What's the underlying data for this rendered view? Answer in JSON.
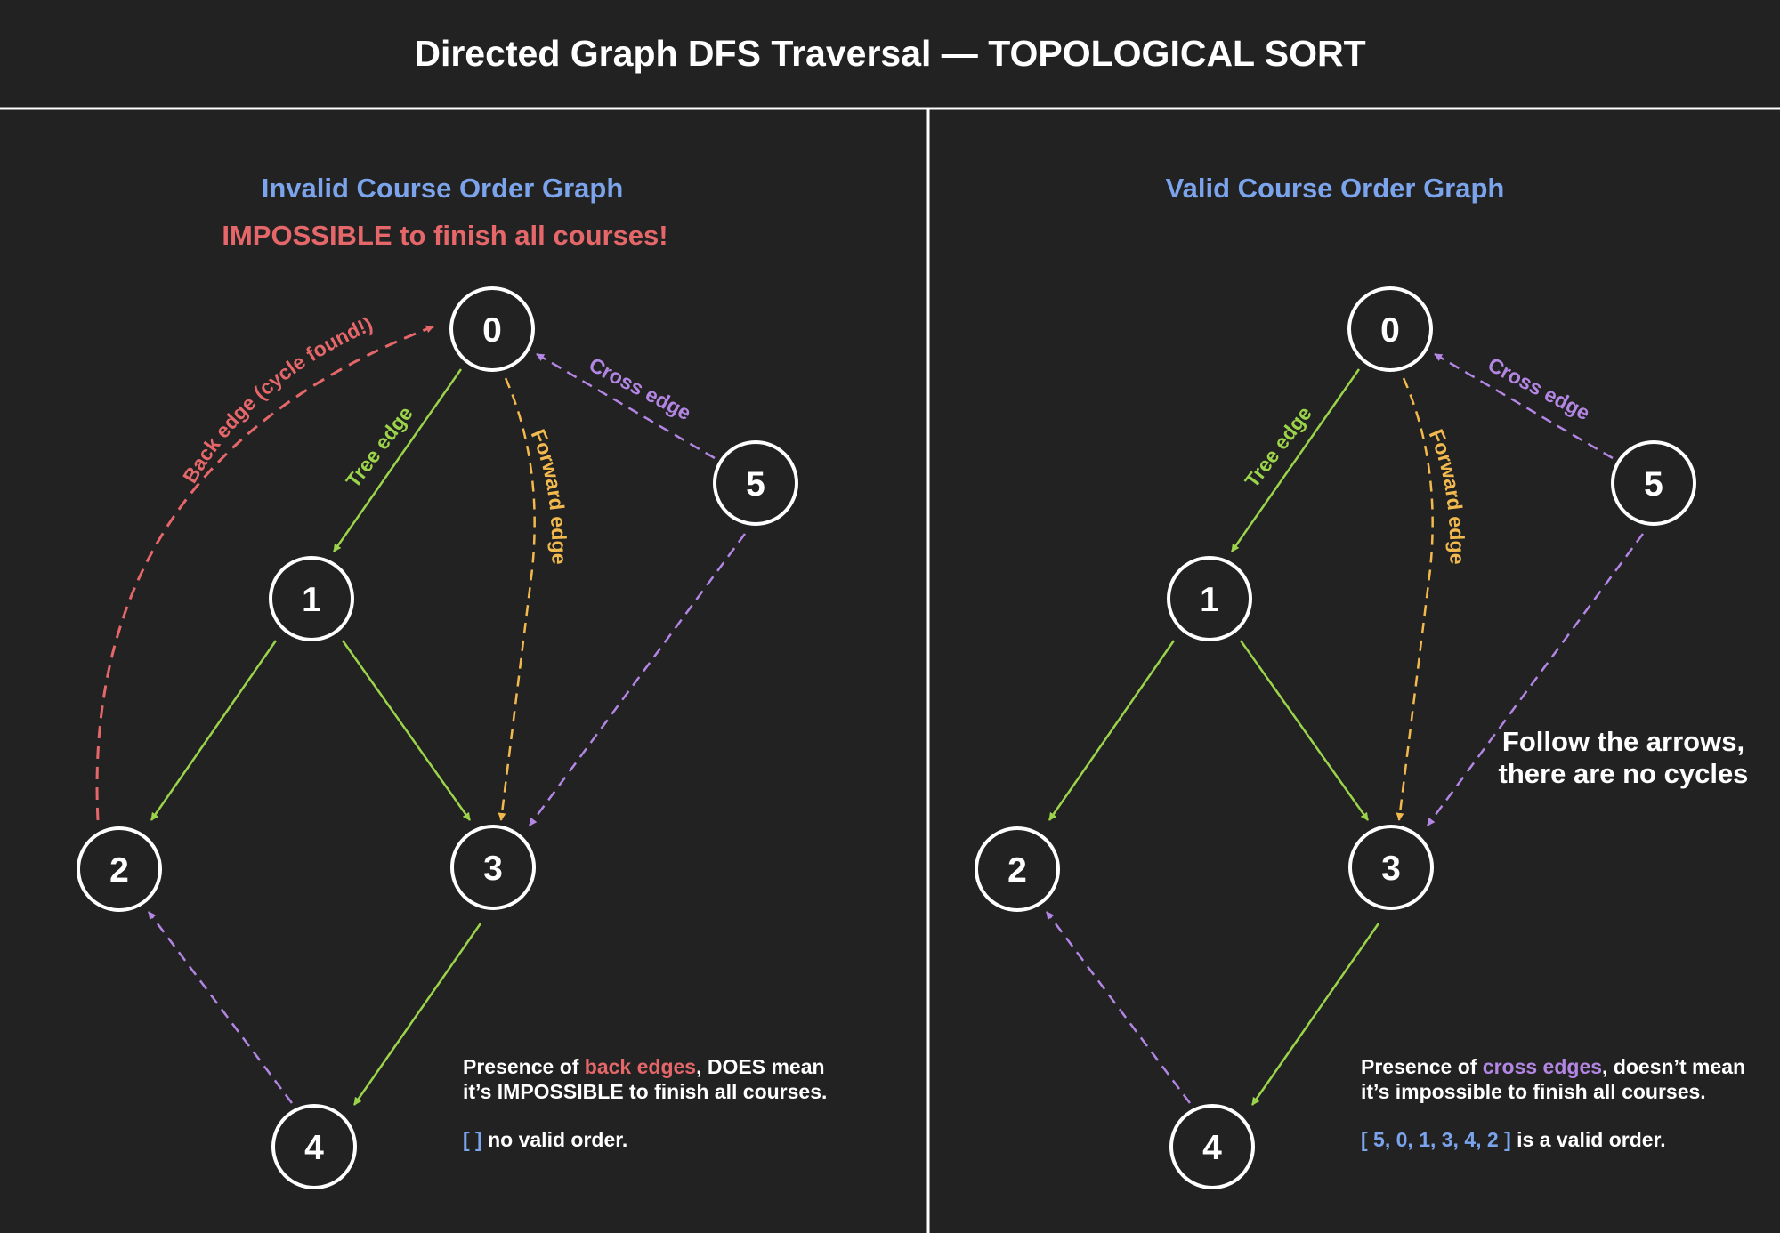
{
  "title": "Directed Graph DFS Traversal — TOPOLOGICAL SORT",
  "colors": {
    "background": "#222222",
    "tree": "#9bd44a",
    "forward": "#f2b94e",
    "cross": "#b386e4",
    "back": "#e5676a",
    "accent": "#7ba4ec",
    "white": "#ffffff"
  },
  "left": {
    "title": "Invalid Course Order Graph",
    "warning": "IMPOSSIBLE to finish all courses!",
    "nodes": [
      "0",
      "1",
      "2",
      "3",
      "4",
      "5"
    ],
    "edge_labels": {
      "back": "Back edge (cycle found!)",
      "tree": "Tree edge",
      "forward": "Forward edge",
      "cross": "Cross edge"
    },
    "note": {
      "line1_pre": "Presence of ",
      "line1_highlight": "back edges",
      "line1_post": ", DOES mean",
      "line2": "it’s IMPOSSIBLE to finish all courses.",
      "order": "[  ]",
      "order_text": " no valid order."
    }
  },
  "right": {
    "title": "Valid Course Order Graph",
    "nodes": [
      "0",
      "1",
      "2",
      "3",
      "4",
      "5"
    ],
    "edge_labels": {
      "tree": "Tree edge",
      "forward": "Forward edge",
      "cross": "Cross edge"
    },
    "center_note": [
      "Follow the arrows,",
      "there are no cycles"
    ],
    "note": {
      "line1_pre": "Presence of ",
      "line1_highlight": "cross edges",
      "line1_post": ", doesn’t mean",
      "line2": "it’s impossible to finish all courses.",
      "order": "[ 5, 0, 1, 3, 4, 2 ]",
      "order_text": " is a valid order."
    }
  }
}
